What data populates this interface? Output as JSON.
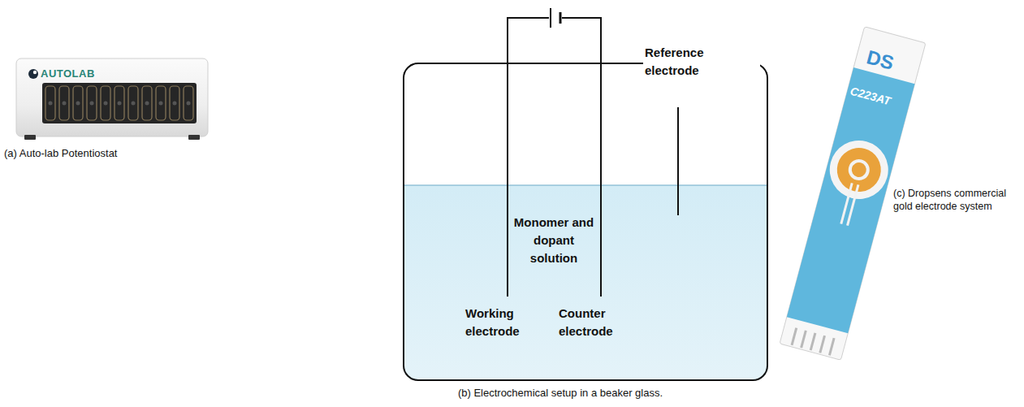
{
  "diagram": {
    "nodes": [
      {
        "text": [
          "Monomer and dopant solution",
          "Working electrode",
          "Counter electrode"
        ]
      }
    ],
    "labels": [
      "AUTOLAB",
      "(a) Auto-lab Potentiostat",
      "Reference electrode",
      "(b) Electrochemical setup in a beaker glass.",
      "DS",
      "C223AT",
      "(c) Dropsens commercial gold electrode system"
    ]
  }
}
